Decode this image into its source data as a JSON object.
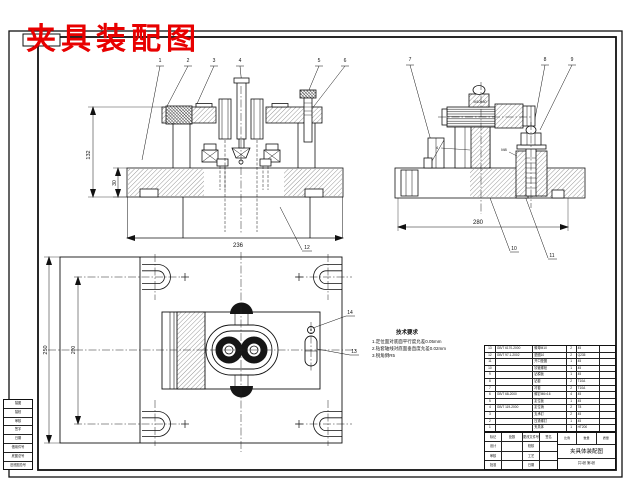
{
  "title": {
    "text": "夹具装配图"
  },
  "colors": {
    "title_red": "#e80000",
    "line": "#111111",
    "hatch": "#555555"
  },
  "notes": {
    "heading": "技术要求",
    "lines": [
      "1.定位面对底面平行度允差0.05mm",
      "2.钻套轴线对底面垂直度允差0.02mm",
      "3.锐角倒R5"
    ]
  },
  "dimensions": {
    "front_width": "236",
    "front_height": "132",
    "base_thickness": "30",
    "side_width": "280",
    "plan_height": "250",
    "plan_inner_height": "200",
    "thread_top": "M10×80",
    "stud_label": "M8",
    "ref_label": "4"
  },
  "balloons": {
    "front": [
      "1",
      "2",
      "3",
      "4",
      "5",
      "6"
    ],
    "front_extra": "12",
    "side_top": [
      "7",
      "8",
      "9"
    ],
    "side_bottom": [
      "10",
      "11"
    ],
    "plan": [
      "14",
      "13"
    ]
  },
  "bom": {
    "headers": [
      "序号",
      "代号",
      "名称",
      "数量",
      "材料",
      "备注"
    ],
    "rows": [
      [
        "13",
        "GB/T 6170-2000",
        "螺母M10",
        "2",
        "45",
        ""
      ],
      [
        "12",
        "GB/T 97.1-2002",
        "垫圈10",
        "2",
        "Q235",
        ""
      ],
      [
        "11",
        "",
        "开口垫圈",
        "1",
        "45",
        ""
      ],
      [
        "10",
        "",
        "铰链螺栓",
        "1",
        "45",
        ""
      ],
      [
        "9",
        "",
        "钻模板",
        "1",
        "45",
        ""
      ],
      [
        "8",
        "",
        "钻套",
        "2",
        "T10A",
        ""
      ],
      [
        "7",
        "",
        "衬套",
        "2",
        "T10A",
        ""
      ],
      [
        "6",
        "GB/T 68-2000",
        "螺钉M6×16",
        "4",
        "45",
        ""
      ],
      [
        "5",
        "",
        "定位板",
        "1",
        "45",
        ""
      ],
      [
        "4",
        "GB/T 119-2000",
        "定位销",
        "2",
        "T8",
        ""
      ],
      [
        "3",
        "",
        "支承钉",
        "2",
        "45",
        ""
      ],
      [
        "2",
        "",
        "压紧螺钉",
        "1",
        "45",
        ""
      ],
      [
        "1",
        "",
        "夹具体",
        "1",
        "HT200",
        ""
      ]
    ]
  },
  "title_block": {
    "sign_rows": [
      [
        "标记",
        "处数",
        "更改文件号",
        "签名"
      ],
      [
        "设计",
        "",
        "校核",
        ""
      ],
      [
        "审核",
        "",
        "工艺",
        ""
      ],
      [
        "批准",
        "",
        "日期",
        ""
      ]
    ],
    "top_cells": [
      "比例",
      "数量",
      "质量"
    ],
    "drawing_name": "夹具体装配图",
    "sheet": "共1张 第1张"
  },
  "margin_strip": {
    "rows": [
      "描图",
      "描校",
      "审核",
      "签字",
      "日期",
      "借用件号",
      "底图总号",
      "旧底图总号"
    ]
  }
}
